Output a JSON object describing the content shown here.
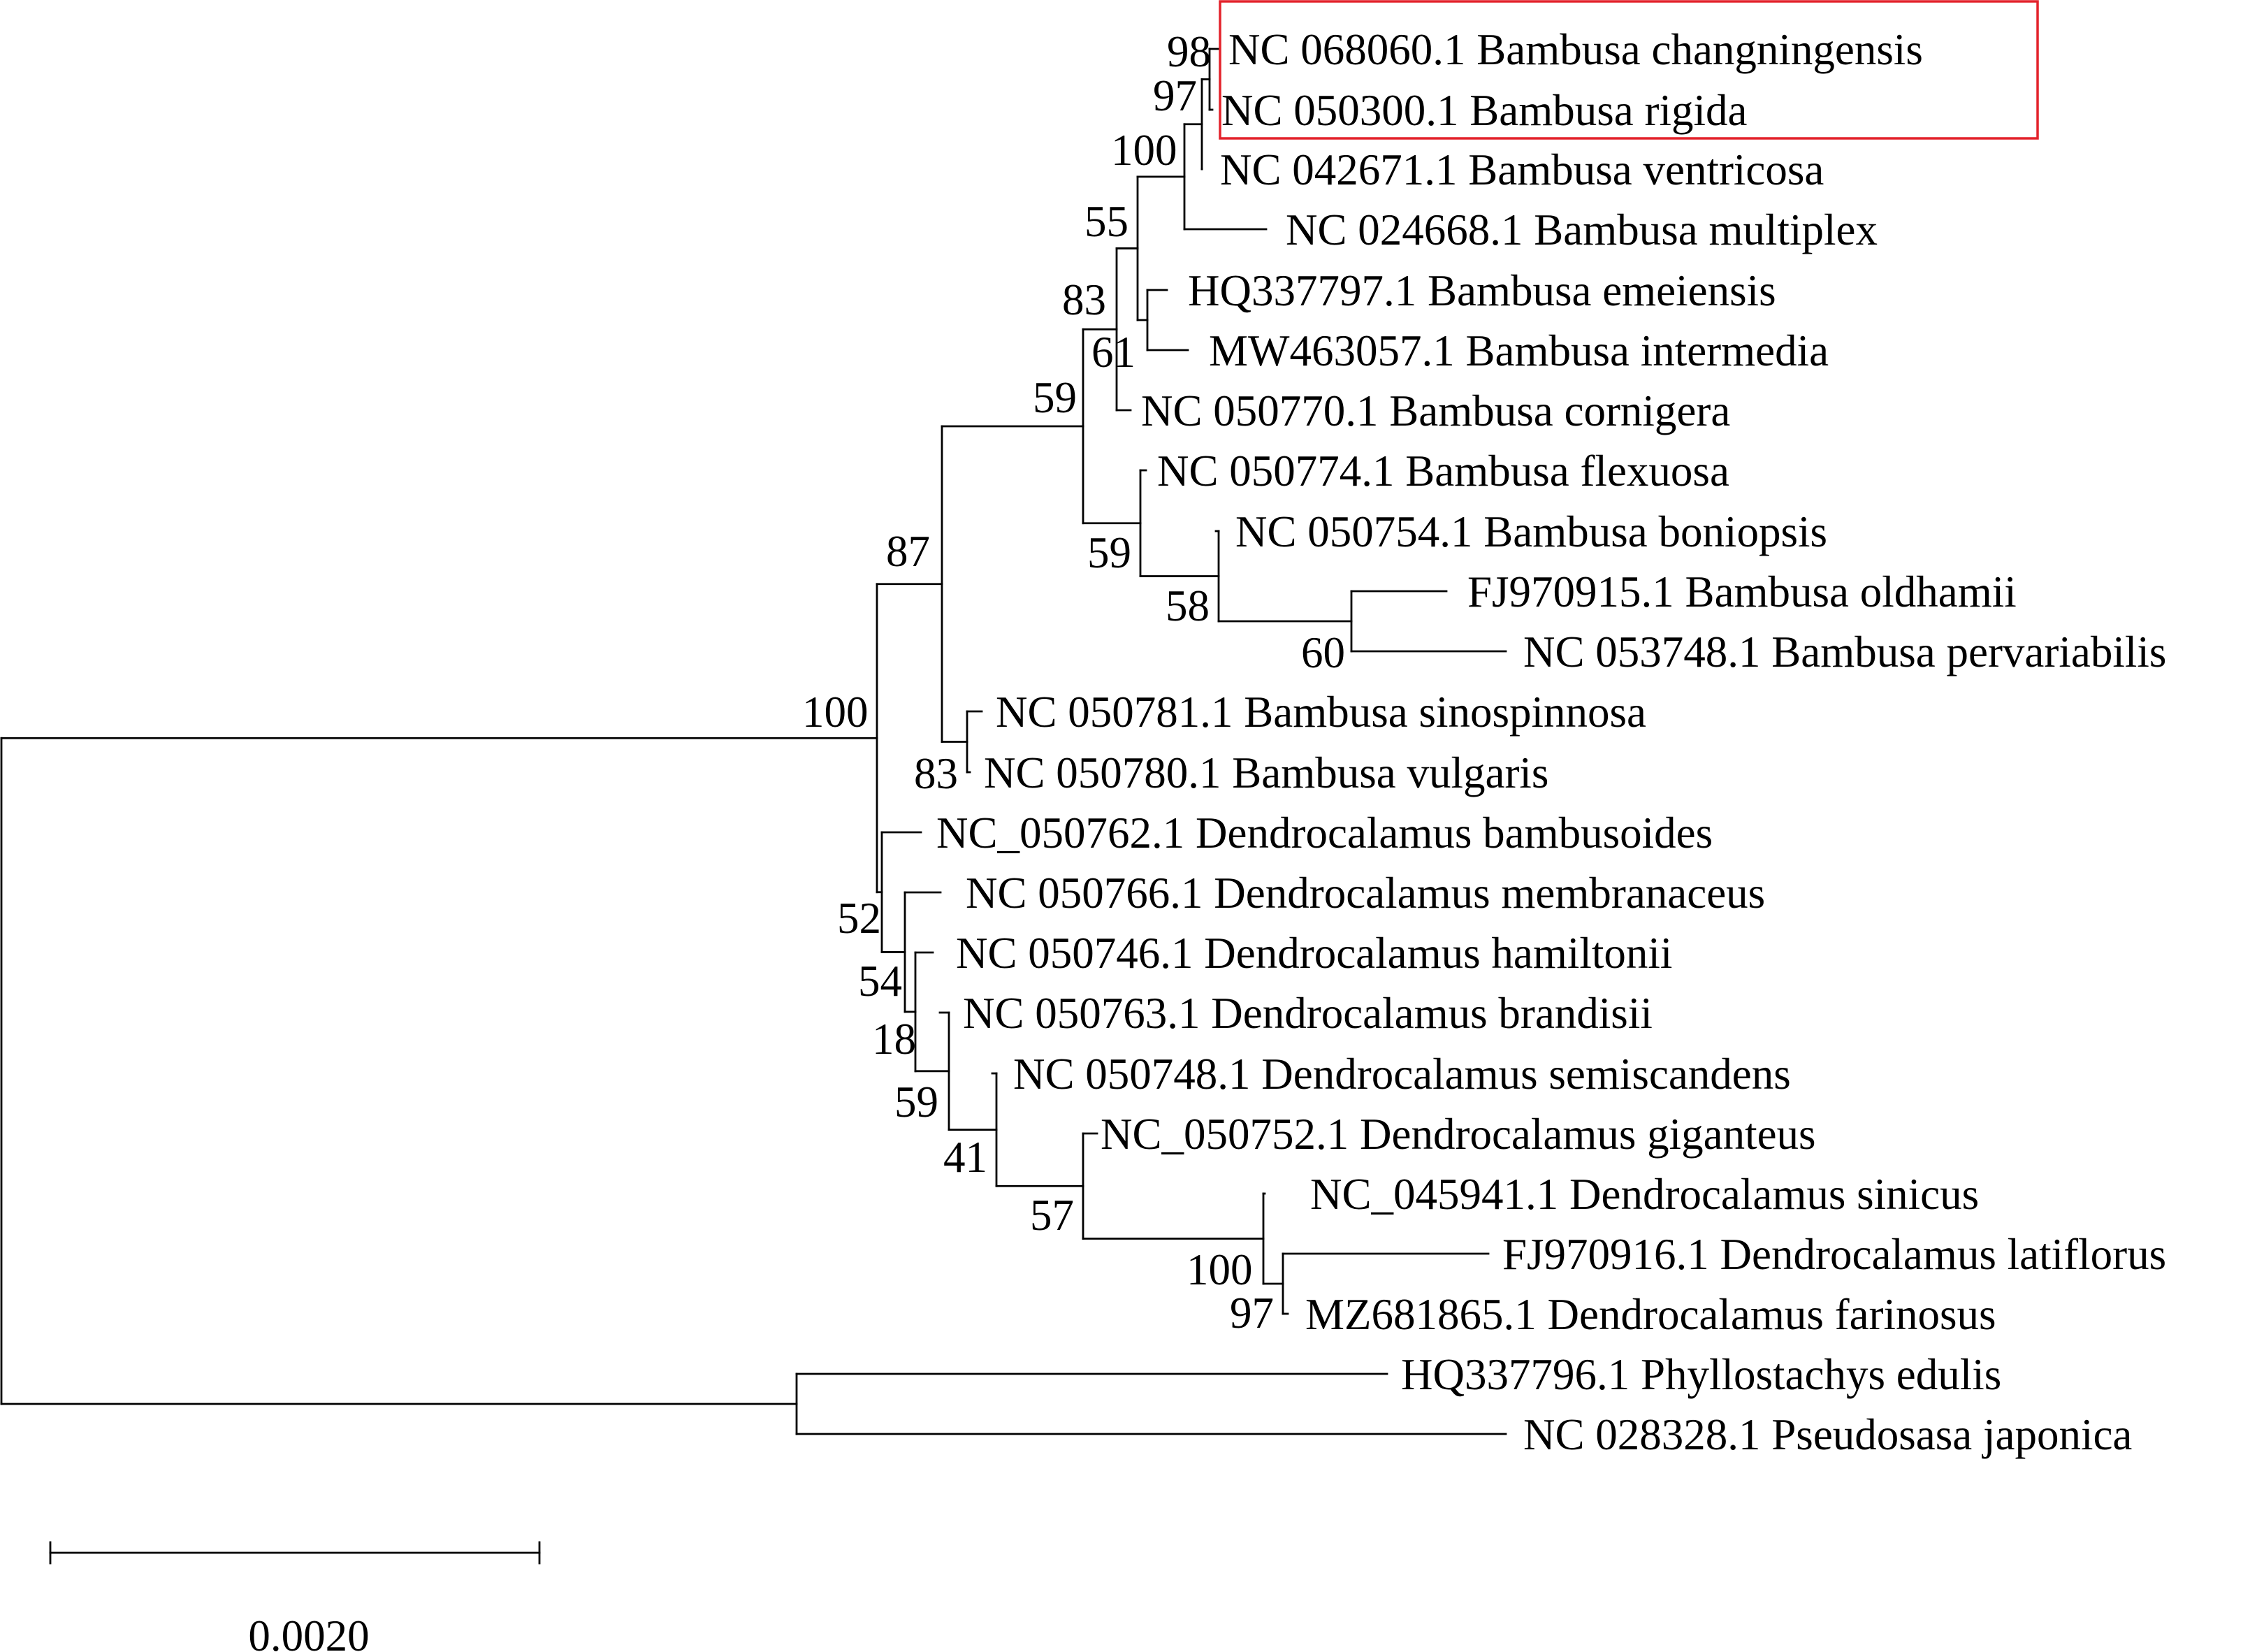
{
  "tree": {
    "leaves": [
      "NC 068060.1 Bambusa changningensis",
      "NC 050300.1 Bambusa rigida",
      "NC 042671.1 Bambusa ventricosa",
      "NC 024668.1 Bambusa multiplex",
      "HQ337797.1 Bambusa emeiensis",
      "MW463057.1 Bambusa intermedia",
      "NC 050770.1 Bambusa cornigera",
      "NC 050774.1 Bambusa flexuosa",
      "NC 050754.1 Bambusa boniopsis",
      "FJ970915.1 Bambusa oldhamii",
      "NC 053748.1 Bambusa pervariabilis",
      "NC 050781.1 Bambusa sinospinnosa",
      "NC 050780.1 Bambusa vulgaris",
      "NC_050762.1 Dendrocalamus bambusoides",
      "NC 050766.1 Dendrocalamus membranaceus",
      "NC 050746.1 Dendrocalamus hamiltonii",
      "NC 050763.1 Dendrocalamus brandisii",
      "NC 050748.1 Dendrocalamus semiscandens",
      "NC_050752.1 Dendrocalamus giganteus",
      "NC_045941.1 Dendrocalamus sinicus",
      "FJ970916.1 Dendrocalamus latiflorus",
      "MZ681865.1 Dendrocalamus farinosus",
      "HQ337796.1 Phyllostachys edulis",
      "NC 028328.1 Pseudosasa japonica"
    ],
    "supports": [
      "98",
      "97",
      "100",
      "55",
      "83",
      "61",
      "59",
      "87",
      "59",
      "58",
      "60",
      "100",
      "83",
      "52",
      "54",
      "18",
      "59",
      "41",
      "57",
      "100",
      "97"
    ],
    "highlighted_leaves": [
      0,
      1
    ],
    "highlight_color": "#e3222b",
    "branch_color": "#000000",
    "scale_bar_label": "0.0020"
  }
}
